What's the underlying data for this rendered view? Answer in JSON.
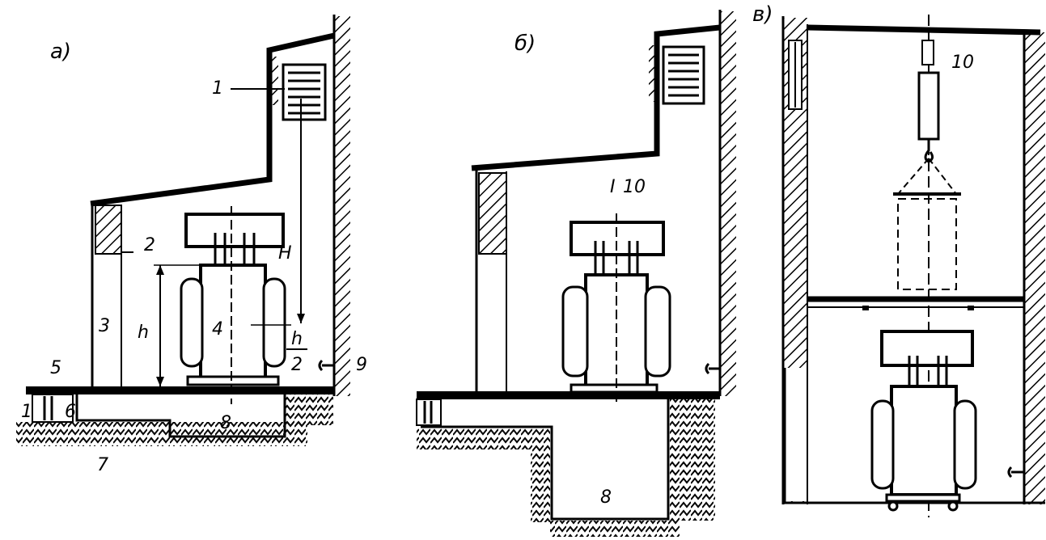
{
  "figure": {
    "panels": [
      {
        "key": "a",
        "label": "a)",
        "callouts": [
          "1",
          "2",
          "3",
          "h",
          "4",
          "H",
          "h",
          "2",
          "5",
          "9",
          "1",
          "6",
          "8",
          "7"
        ]
      },
      {
        "key": "b",
        "label": "б)",
        "callouts": [
          "I",
          "10",
          "8"
        ]
      },
      {
        "key": "c",
        "label": "в)",
        "callouts": [
          "10"
        ]
      }
    ]
  }
}
